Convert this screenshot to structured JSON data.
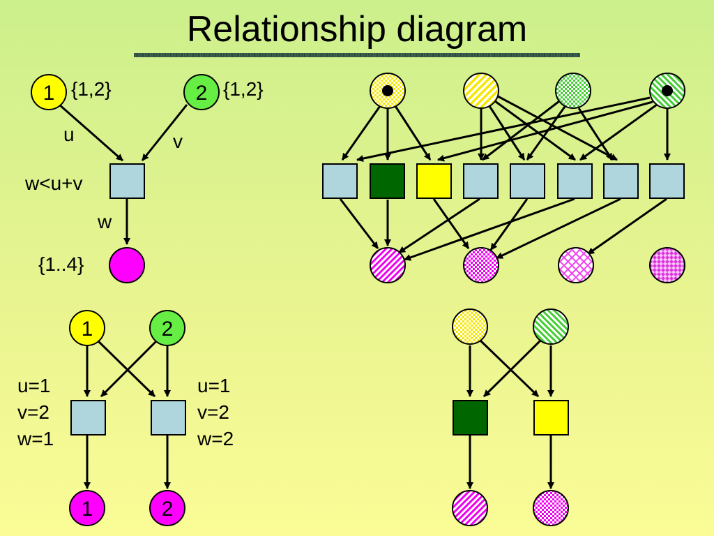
{
  "title": "Relationship diagram",
  "colors": {
    "yellow": "#ffff00",
    "green_light": "#66ee44",
    "magenta": "#ff00ff",
    "factor_blue": "#aed6dc",
    "factor_dark_green": "#006600",
    "factor_yellow": "#ffff00"
  },
  "schema": {
    "u_node": "1",
    "v_node": "2",
    "u_domain": "{1,2}",
    "v_domain": "{1,2}",
    "u_edge": "u",
    "v_edge": "v",
    "constraint": "w<u+v",
    "w_edge": "w",
    "w_domain": "{1..4}"
  },
  "instance": {
    "node1": "1",
    "node2": "2",
    "left_lines": [
      "u=1",
      "v=2",
      "w=1"
    ],
    "right_lines": [
      "u=1",
      "v=2",
      "w=2"
    ],
    "out1": "1",
    "out2": "2"
  }
}
